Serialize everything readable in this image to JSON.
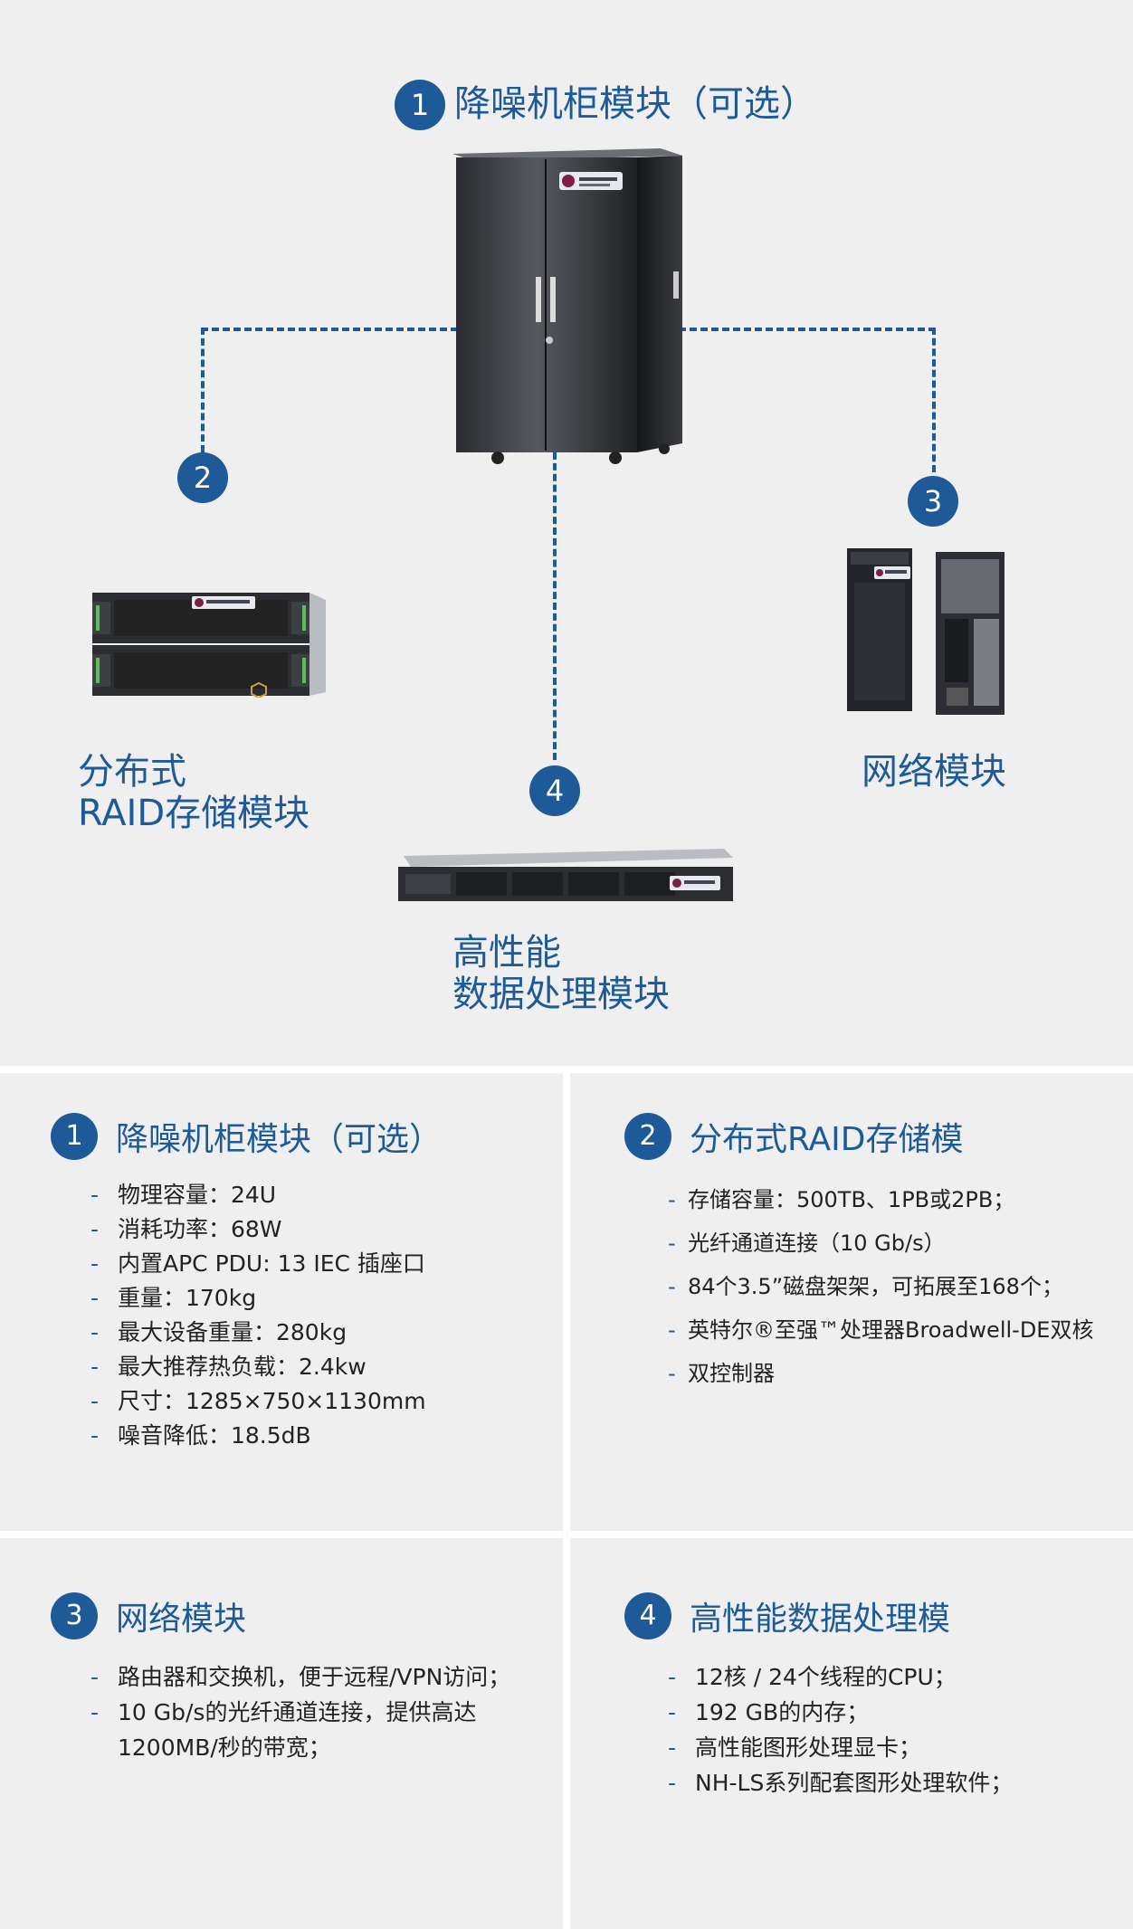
{
  "hero": {
    "cabinet_label": "降噪机柜模块（可选）",
    "storage_label_line1": "分布式",
    "storage_label_line2": "RAID存储模块",
    "network_label": "网络模块",
    "compute_label_line1": "高性能",
    "compute_label_line2": "数据处理模块",
    "badges": [
      "1",
      "2",
      "3",
      "4"
    ]
  },
  "sections": [
    {
      "number": "1",
      "title": "降噪机柜模块（可选）",
      "items": [
        "物理容量：24U",
        "消耗功率：68W",
        "内置APC PDU: 13 IEC 插座口",
        "重量：170kg",
        "最大设备重量：280kg",
        "最大推荐热负载：2.4kw",
        "尺寸：1285×750×1130mm",
        "噪音降低：18.5dB"
      ]
    },
    {
      "number": "2",
      "title": "分布式RAID存储模",
      "items": [
        "存储容量：500TB、1PB或2PB；",
        "光纤通道连接（10 Gb/s）",
        "84个3.5”磁盘架架，可拓展至168个；",
        "英特尔®至强™处理器Broadwell-DE双核",
        "双控制器"
      ]
    },
    {
      "number": "3",
      "title": "网络模块",
      "items": [
        "路由器和交换机，便于远程/VPN访问；",
        "10 Gb/s的光纤通道连接，提供高达\n1200MB/秒的带宽；"
      ]
    },
    {
      "number": "4",
      "title": "高性能数据处理模",
      "items": [
        "12核 / 24个线程的CPU；",
        "192 GB的内存；",
        "高性能图形处理显卡；",
        "NH-LS系列配套图形处理软件；"
      ]
    }
  ],
  "colors": {
    "accent": "#1e5a98",
    "panel": "#efefef",
    "text": "#222222"
  }
}
